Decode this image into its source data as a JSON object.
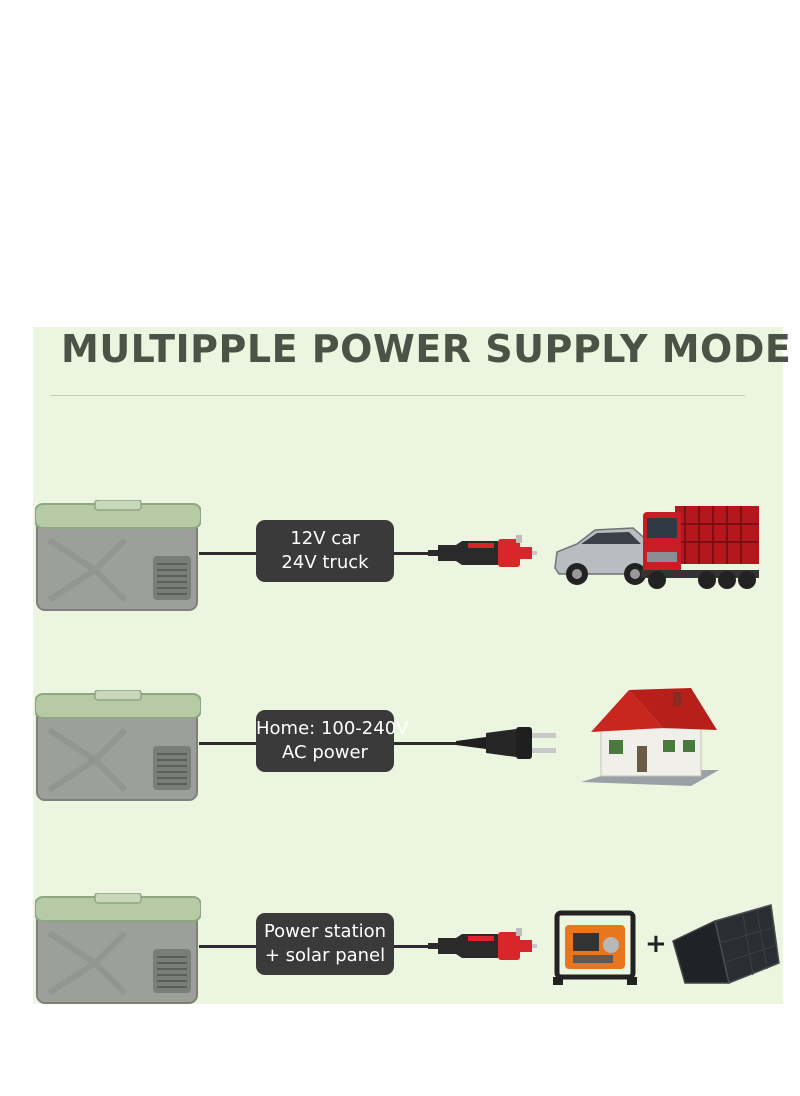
{
  "title": "MULTIPPLE POWER SUPPLY MODE",
  "modes": [
    {
      "line1": "12V car",
      "line2": "24V truck",
      "plug": "car-plug-icon",
      "pictures": [
        "car-icon",
        "truck-icon"
      ]
    },
    {
      "line1": "Home: 100-240V",
      "line2": "AC power",
      "plug": "ac-plug-icon",
      "pictures": [
        "house-icon"
      ]
    },
    {
      "line1": "Power station",
      "line2": "+ solar panel",
      "plug": "car-plug-icon",
      "pictures": [
        "generator-icon",
        "solar-panel-icon"
      ],
      "joiner": "+"
    }
  ],
  "colors": {
    "background": "#ebf5df",
    "title": "#4a5346",
    "label_bg": "#3a3a3a",
    "fridge_body": "#9a9c98",
    "fridge_lid": "#b6c9a5",
    "plug_red": "#d9262b"
  }
}
